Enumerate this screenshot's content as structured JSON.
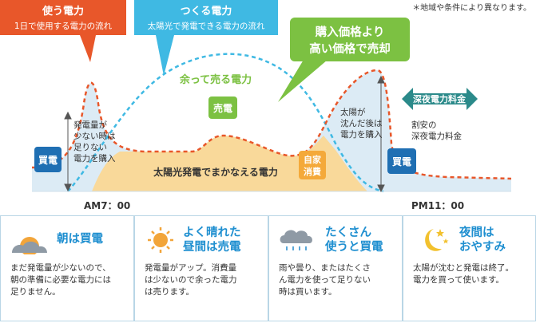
{
  "note": "＊地域や条件により異なります。",
  "callouts": {
    "use": {
      "title": "使う電力",
      "sub": "1日で使用する電力の流れ",
      "color": "#e8572a"
    },
    "make": {
      "title": "つくる電力",
      "sub": "太陽光で発電できる電力の流れ",
      "color": "#3fb9e3"
    },
    "sell_price": {
      "line1": "購入価格より",
      "line2": "高い価格で売却",
      "color": "#7cc142"
    }
  },
  "labels": {
    "surplus": "余って売る電力",
    "sell": "売電",
    "self_use_1": "自家",
    "self_use_2": "消費",
    "solar_covered": "太陽光発電でまかなえる電力",
    "buy_left": "買電",
    "buy_right": "買電",
    "morning_note_1": "発電量が",
    "morning_note_2": "少ない時は",
    "morning_note_3": "足りない",
    "morning_note_4": "電力を購入",
    "evening_note_1": "太陽が",
    "evening_note_2": "沈んだ後は",
    "evening_note_3": "電力を購入",
    "night_rate": "深夜電力料金",
    "night_note_1": "割安の",
    "night_note_2": "深夜電力料金",
    "time_start": "AM7：00",
    "time_end": "PM11：00"
  },
  "colors": {
    "orange": "#e8572a",
    "blue": "#3fb9e3",
    "green": "#7cc142",
    "teal": "#2b8a8a",
    "yellow_fill": "#f9d99a",
    "light_blue_fill": "#dcebf5",
    "panel_title": "#1f8fd0"
  },
  "panels": [
    {
      "icon": "cloudy-sun-rise-icon",
      "title_1": "朝は買電",
      "title_2": "",
      "body": "まだ発電量が少ないので、\n朝の準備に必要な電力には\n足りません。"
    },
    {
      "icon": "sun-icon",
      "title_1": "よく晴れた",
      "title_2": "昼間は売電",
      "body": "発電量がアップ。消費量\nは少ないので余った電力\nは売ります。"
    },
    {
      "icon": "rain-cloud-icon",
      "title_1": "たくさん",
      "title_2": "使うと買電",
      "body": "雨や曇り、またはたくさ\nん電力を使って足りない\n時は買います。"
    },
    {
      "icon": "moon-stars-icon",
      "title_1": "夜間は",
      "title_2": "おやすみ",
      "body": "太陽が沈むと発電は終了。\n電力を買って使います。"
    }
  ]
}
